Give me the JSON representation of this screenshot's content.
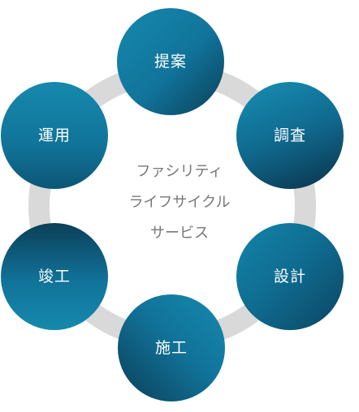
{
  "center": {
    "lines": [
      "ファシリティ",
      "ライフサイクル",
      "サービス"
    ]
  },
  "nodes": [
    {
      "key": "teian",
      "label": "提案"
    },
    {
      "key": "chousa",
      "label": "調査"
    },
    {
      "key": "sekkei",
      "label": "設計"
    },
    {
      "key": "sekou",
      "label": "施工"
    },
    {
      "key": "shunkou",
      "label": "竣工"
    },
    {
      "key": "unyou",
      "label": "運用"
    }
  ],
  "colors": {
    "ring": "#d9d9d9",
    "node_light": "#1485a8",
    "node_dark": "#0b3f58",
    "center_text": "#777777"
  }
}
